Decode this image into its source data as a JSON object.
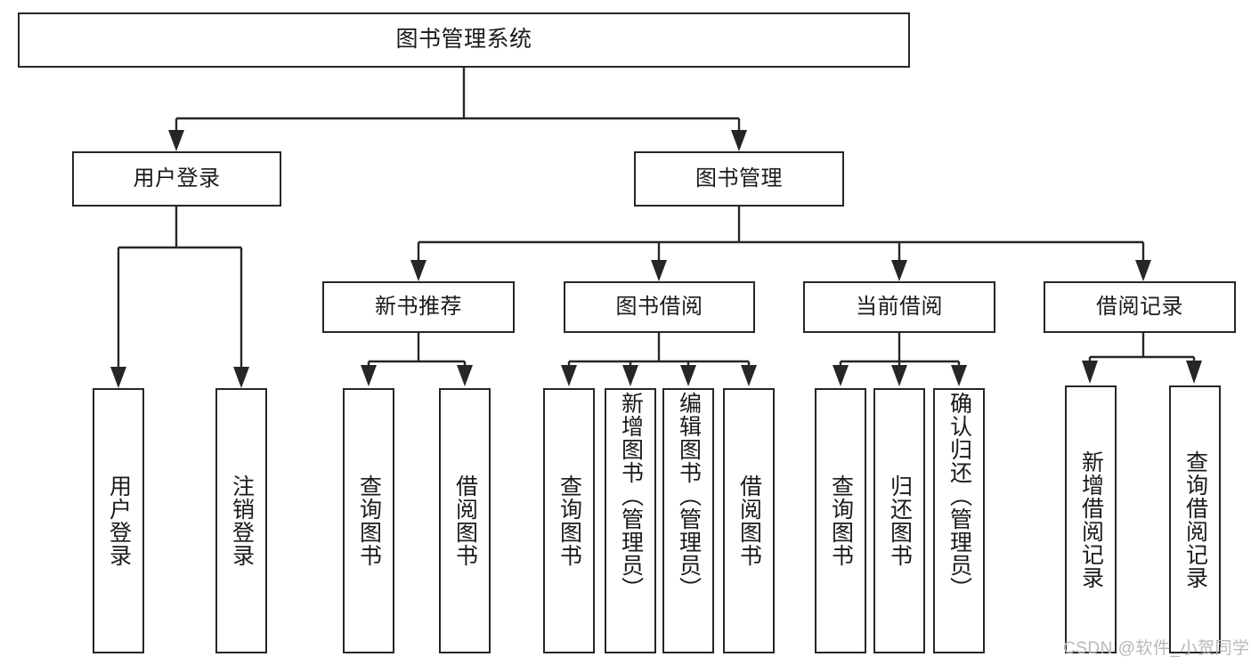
{
  "diagram": {
    "type": "tree-hierarchy-diagram",
    "title": "图书管理系统",
    "orientation": "top-down",
    "box_fill": "#ffffff",
    "box_stroke": "#262626",
    "text_color": "#1a1a1a"
  },
  "root": {
    "label": "图书管理系统"
  },
  "level2": [
    {
      "label": "用户登录"
    },
    {
      "label": "图书管理"
    }
  ],
  "level3": [
    {
      "label": "新书推荐"
    },
    {
      "label": "图书借阅"
    },
    {
      "label": "当前借阅"
    },
    {
      "label": "借阅记录"
    }
  ],
  "leaves": {
    "user_login": [
      {
        "label": "用户登录"
      },
      {
        "label": "注销登录"
      }
    ],
    "new_book_recommend": [
      {
        "label": "查询图书"
      },
      {
        "label": "借阅图书"
      }
    ],
    "book_borrow": [
      {
        "label": "查询图书"
      },
      {
        "label": "新增图书（管理员）"
      },
      {
        "label": "编辑图书（管理员）"
      },
      {
        "label": "借阅图书"
      }
    ],
    "current_borrow": [
      {
        "label": "查询图书"
      },
      {
        "label": "归还图书"
      },
      {
        "label": "确认归还（管理员）"
      }
    ],
    "borrow_record": [
      {
        "label": "新增借阅记录"
      },
      {
        "label": "查询借阅记录"
      }
    ]
  },
  "watermark": {
    "text": "CSDN @软件_小贺同学",
    "color": "#b8b8b8"
  }
}
